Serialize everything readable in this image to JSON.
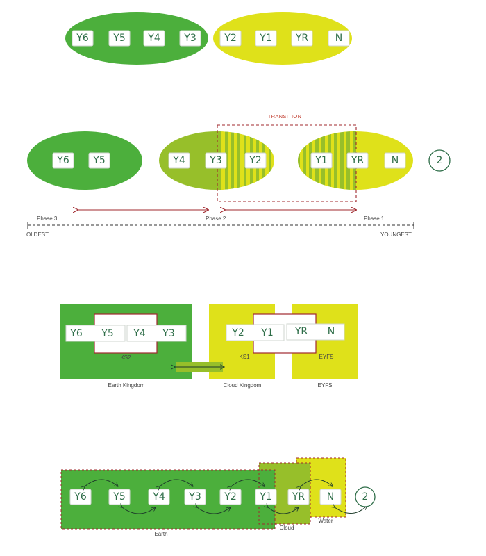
{
  "colors": {
    "green": "#4caf3c",
    "olive": "#97bf2a",
    "yellow": "#dfe11a",
    "stripe": "#b9d21f",
    "red": "#a0282e",
    "teal": "#2f6e49",
    "white": "#ffffff"
  },
  "row1": {
    "green_years": [
      "Y6",
      "Y5",
      "Y4",
      "Y3"
    ],
    "yellow_years": [
      "Y2",
      "Y1",
      "YR",
      "N"
    ]
  },
  "row2": {
    "left_years": [
      "Y6",
      "Y5"
    ],
    "mid_years": [
      "Y4",
      "Y3",
      "Y2"
    ],
    "right_years": [
      "Y1",
      "YR",
      "N"
    ],
    "transition_label": "TRANSITION",
    "badge": "2",
    "phase3": "Phase 3",
    "phase2": "Phase 2",
    "phase1": "Phase 1",
    "oldest": "OLDEST",
    "youngest": "YOUNGEST"
  },
  "row3": {
    "earth_years": [
      "Y6",
      "Y5",
      "Y4",
      "Y3"
    ],
    "cloud_years": [
      "Y2",
      "Y1"
    ],
    "eyfs_years": [
      "YR",
      "N"
    ],
    "ks2": "KS2",
    "ks1": "KS1",
    "eyfs_inner": "EYFS",
    "earth_kingdom": "Earth Kingdom",
    "cloud_kingdom": "Cloud Kingdom",
    "eyfs_outer": "EYFS"
  },
  "row4": {
    "years": [
      "Y6",
      "Y5",
      "Y4",
      "Y3",
      "Y2",
      "Y1",
      "YR",
      "N"
    ],
    "earth": "Earth",
    "cloud": "Cloud",
    "water": "Water",
    "badge": "2"
  }
}
